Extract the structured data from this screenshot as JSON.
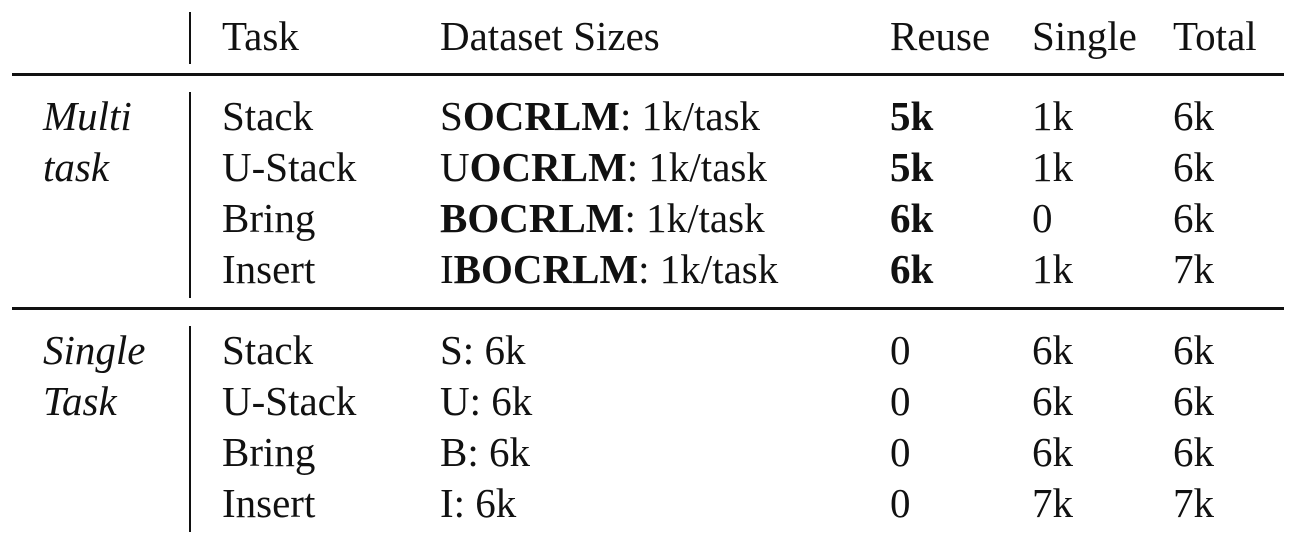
{
  "header": {
    "task": "Task",
    "dataset_sizes": "Dataset Sizes",
    "reuse": "Reuse",
    "single": "Single",
    "total": "Total"
  },
  "multi_group": {
    "label_line1": "Multi",
    "label_line2": "task"
  },
  "single_group": {
    "label_line1": "Single",
    "label_line2": "Task"
  },
  "multi_rows": [
    {
      "task": "Stack",
      "prefix": "S",
      "code": "OCRLM",
      "suffix": ": 1k/task",
      "reuse": "5k",
      "single": "1k",
      "total": "6k"
    },
    {
      "task": "U-Stack",
      "prefix": "U",
      "code": "OCRLM",
      "suffix": ": 1k/task",
      "reuse": "5k",
      "single": "1k",
      "total": "6k"
    },
    {
      "task": "Bring",
      "prefix": "",
      "code": "BOCRLM",
      "suffix": ": 1k/task",
      "reuse": "6k",
      "single": "0",
      "total": "6k"
    },
    {
      "task": "Insert",
      "prefix": "I",
      "code": "BOCRLM",
      "suffix": ": 1k/task",
      "reuse": "6k",
      "single": "1k",
      "total": "7k"
    }
  ],
  "single_rows": [
    {
      "task": "Stack",
      "dataset": "S: 6k",
      "reuse": "0",
      "single": "6k",
      "total": "6k"
    },
    {
      "task": "U-Stack",
      "dataset": "U: 6k",
      "reuse": "0",
      "single": "6k",
      "total": "6k"
    },
    {
      "task": "Bring",
      "dataset": "B: 6k",
      "reuse": "0",
      "single": "6k",
      "total": "6k"
    },
    {
      "task": "Insert",
      "dataset": "I: 6k",
      "reuse": "0",
      "single": "7k",
      "total": "7k"
    }
  ]
}
